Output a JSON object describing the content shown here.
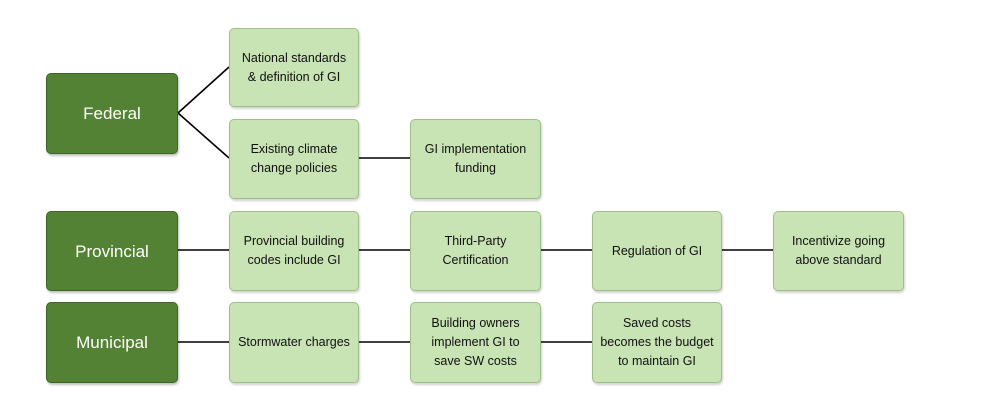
{
  "levels": {
    "federal": "Federal",
    "provincial": "Provincial",
    "municipal": "Municipal"
  },
  "federal": {
    "national_standards": "National standards\n& definition of GI",
    "climate_policies": "Existing climate\nchange policies",
    "implementation_funding": "GI implementation\nfunding"
  },
  "provincial": {
    "building_codes": "Provincial building\ncodes include GI",
    "certification": "Third-Party\nCertification",
    "regulation": "Regulation of GI",
    "incentivize": "Incentivize going\nabove standard"
  },
  "municipal": {
    "stormwater_charges": "Stormwater charges",
    "owners_implement": "Building owners\nimplement GI to\nsave SW costs",
    "saved_costs": "Saved costs\nbecomes the budget\nto maintain GI"
  },
  "colors": {
    "level_fill": "#548235",
    "node_fill": "#c8e3b4",
    "connector": "#000000"
  }
}
